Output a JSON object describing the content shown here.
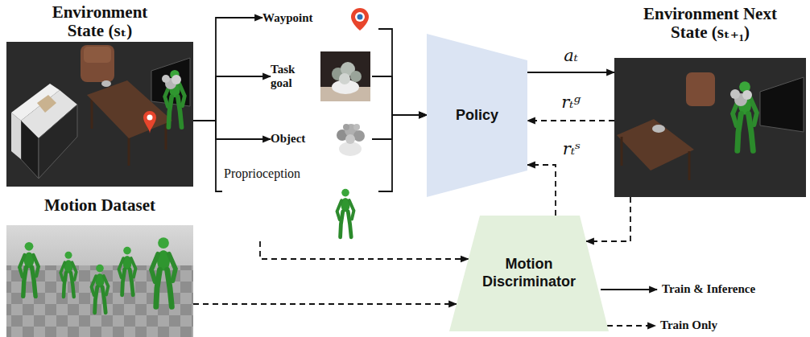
{
  "diagram": {
    "nodes": [
      {
        "text": [
          "Environment State (sₜ)"
        ]
      },
      {
        "text": [
          "Waypoint"
        ]
      },
      {
        "text": [
          "Task goal"
        ]
      },
      {
        "text": [
          "Object"
        ]
      },
      {
        "text": [
          "Proprioception"
        ]
      },
      {
        "text": [
          "Policy"
        ]
      },
      {
        "text": [
          "Environment Next State (sₜ₊₁)"
        ]
      },
      {
        "text": [
          "Motion Dataset"
        ]
      },
      {
        "text": [
          "Motion Discriminator"
        ]
      }
    ],
    "edges": [
      {
        "from": 0,
        "to": 1,
        "arrow": "to"
      },
      {
        "from": 0,
        "to": 2,
        "arrow": "to"
      },
      {
        "from": 0,
        "to": 3,
        "arrow": "to"
      },
      {
        "from": 0,
        "to": 4,
        "arrow": "none"
      },
      {
        "from": 1,
        "to": 5,
        "arrow": "to"
      },
      {
        "from": 2,
        "to": 5,
        "arrow": "to"
      },
      {
        "from": 3,
        "to": 5,
        "arrow": "to"
      },
      {
        "from": 4,
        "to": 5,
        "arrow": "to"
      },
      {
        "from": 5,
        "to": 6,
        "label": "aₜ",
        "arrow": "to"
      },
      {
        "from": 6,
        "to": 5,
        "label": "rₜᵍ",
        "arrow": "to"
      },
      {
        "from": 8,
        "to": 5,
        "label": "rₜˢ",
        "arrow": "to"
      },
      {
        "from": 4,
        "to": 8,
        "arrow": "to"
      },
      {
        "from": 6,
        "to": 8,
        "arrow": "to"
      },
      {
        "from": 7,
        "to": 8,
        "arrow": "to"
      }
    ],
    "legend": [
      {
        "text": "Train & Inference"
      },
      {
        "text": "Train Only"
      }
    ]
  }
}
